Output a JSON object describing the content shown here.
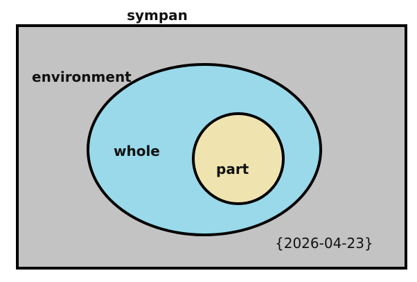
{
  "diagram": {
    "title": "sympan",
    "regions": {
      "environment": "environment",
      "whole": "whole",
      "part": "part"
    },
    "date": "{2026-04-23}"
  },
  "colors": {
    "environment_fill": "#c3c3c3",
    "whole_fill": "#99d9ea",
    "part_fill": "#efe4b0",
    "stroke": "#000000",
    "text": "#111111"
  }
}
